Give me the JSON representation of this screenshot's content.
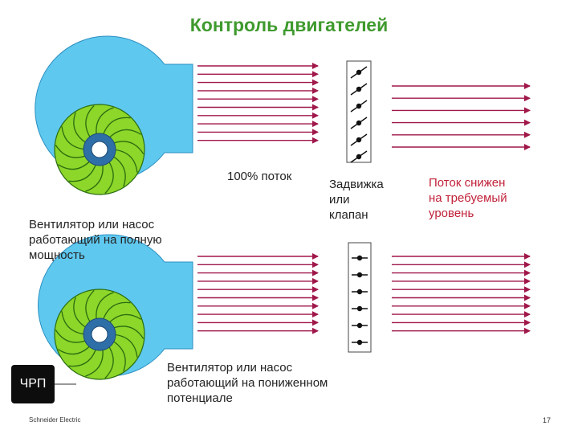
{
  "title": "Контроль двигателей",
  "labels": {
    "flow_100": "100% поток",
    "damper": [
      "Задвижка",
      "или",
      "клапан"
    ],
    "flow_reduced": [
      "Поток снижен",
      "на требуемый",
      "уровень"
    ],
    "fan_full": [
      "Вентилятор или насос",
      "работающий на полную",
      "мощность"
    ],
    "fan_reduced": [
      "Вентилятор или насос",
      "работающий на пониженном",
      "потенциале"
    ]
  },
  "vfd_label": "ЧРП",
  "footer": "Schneider Electric",
  "page_number": "17",
  "colors": {
    "title": "#3f9a2e",
    "arrows": "#a0174a",
    "fan_housing": "#5fc8ef",
    "impeller": "#8dd62a",
    "hub": "#2f6fa8",
    "vfd_box": "#0d0d0d",
    "reduced_flow_text": "#c0223a"
  },
  "icons": [
    "fan-housing-icon",
    "impeller-icon",
    "damper-icon",
    "flow-arrow-icon"
  ]
}
